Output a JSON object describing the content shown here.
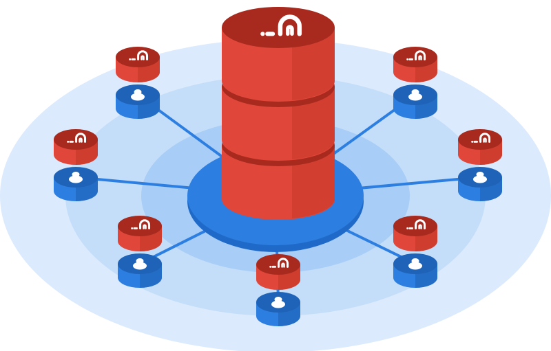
{
  "diagram": {
    "type": "hub-and-spoke",
    "hub": {
      "icon": "brand-logo-icon",
      "stack_levels": 3
    },
    "node_count": 7,
    "node": {
      "top_icon": "brand-logo-icon",
      "bottom_icon": "user-icon"
    },
    "colors": {
      "ring_outer": "#dbeafd",
      "ring_middle": "#c4def9",
      "ring_inner": "#a8cdf6",
      "platform": "#2c7ee0",
      "platform_dark": "#1f6ac8",
      "connector": "#2c7ee0",
      "db_red": "#e0473a",
      "db_red_top": "#e45145",
      "db_red_side": "#b8301f",
      "db_red_band": "#a82a1e",
      "user_blue": "#2c7ee0",
      "user_blue_top": "#1e63b8",
      "user_blue_side": "#1f5fb0",
      "logo": "#ffffff"
    }
  }
}
